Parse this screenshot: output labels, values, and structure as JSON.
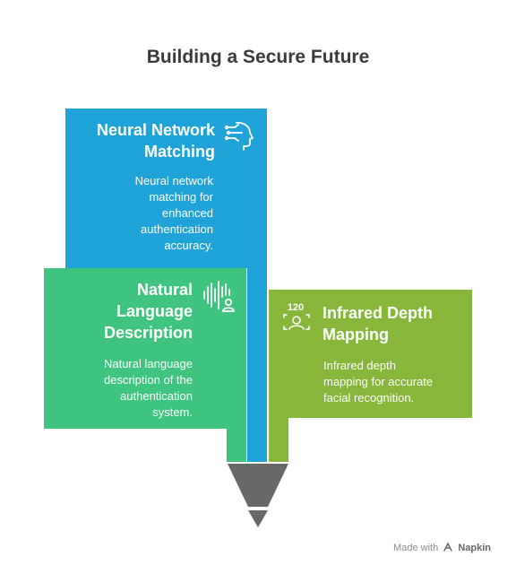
{
  "title": "Building a Secure Future",
  "colors": {
    "blue": "#1fa3d8",
    "green": "#3fc47f",
    "olive": "#86b63a",
    "funnel": "#686868"
  },
  "cards": {
    "neural": {
      "title_line1": "Neural Network",
      "title_line2": "Matching",
      "desc": [
        "Neural network",
        "matching for",
        "enhanced",
        "authentication",
        "accuracy."
      ],
      "icon": "ai-head-icon"
    },
    "language": {
      "title_line1": "Natural",
      "title_line2": "Language",
      "title_line3": "Description",
      "desc": [
        "Natural language",
        "description of the",
        "authentication",
        "system."
      ],
      "icon": "voice-waveform-icon"
    },
    "infrared": {
      "title_line1": "Infrared Depth",
      "title_line2": "Mapping",
      "desc": [
        "Infrared depth",
        "mapping for accurate",
        "facial recognition."
      ],
      "icon": "face-scan-120-icon",
      "icon_text": "120"
    }
  },
  "footer": {
    "prefix": "Made with",
    "brand": "Napkin",
    "brand_icon": "napkin-logo-icon"
  }
}
